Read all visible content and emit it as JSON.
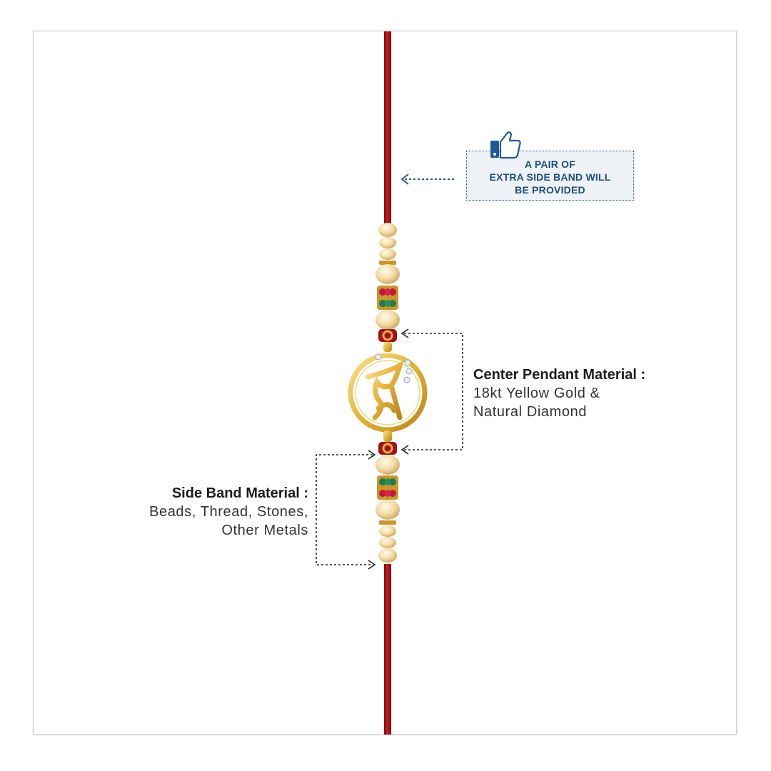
{
  "notice": {
    "lines": [
      "A PAIR OF",
      "EXTRA SIDE BAND WILL",
      "BE PROVIDED"
    ],
    "icon": "thumbs-up-icon"
  },
  "center_pendant": {
    "title": "Center Pendant Material :",
    "lines": [
      "18kt Yellow Gold &",
      "Natural Diamond"
    ]
  },
  "side_band": {
    "title": "Side Band Material :",
    "lines": [
      "Beads, Thread, Stones,",
      "Other Metals"
    ]
  },
  "colors": {
    "thread": "#b0161b",
    "gold": "#e2b23a",
    "bead": "#f2dca2",
    "ruby": "#c2183c",
    "emerald": "#1f7a4c",
    "notice_text": "#1f4d7e",
    "notice_bg": "#eef2f6"
  }
}
